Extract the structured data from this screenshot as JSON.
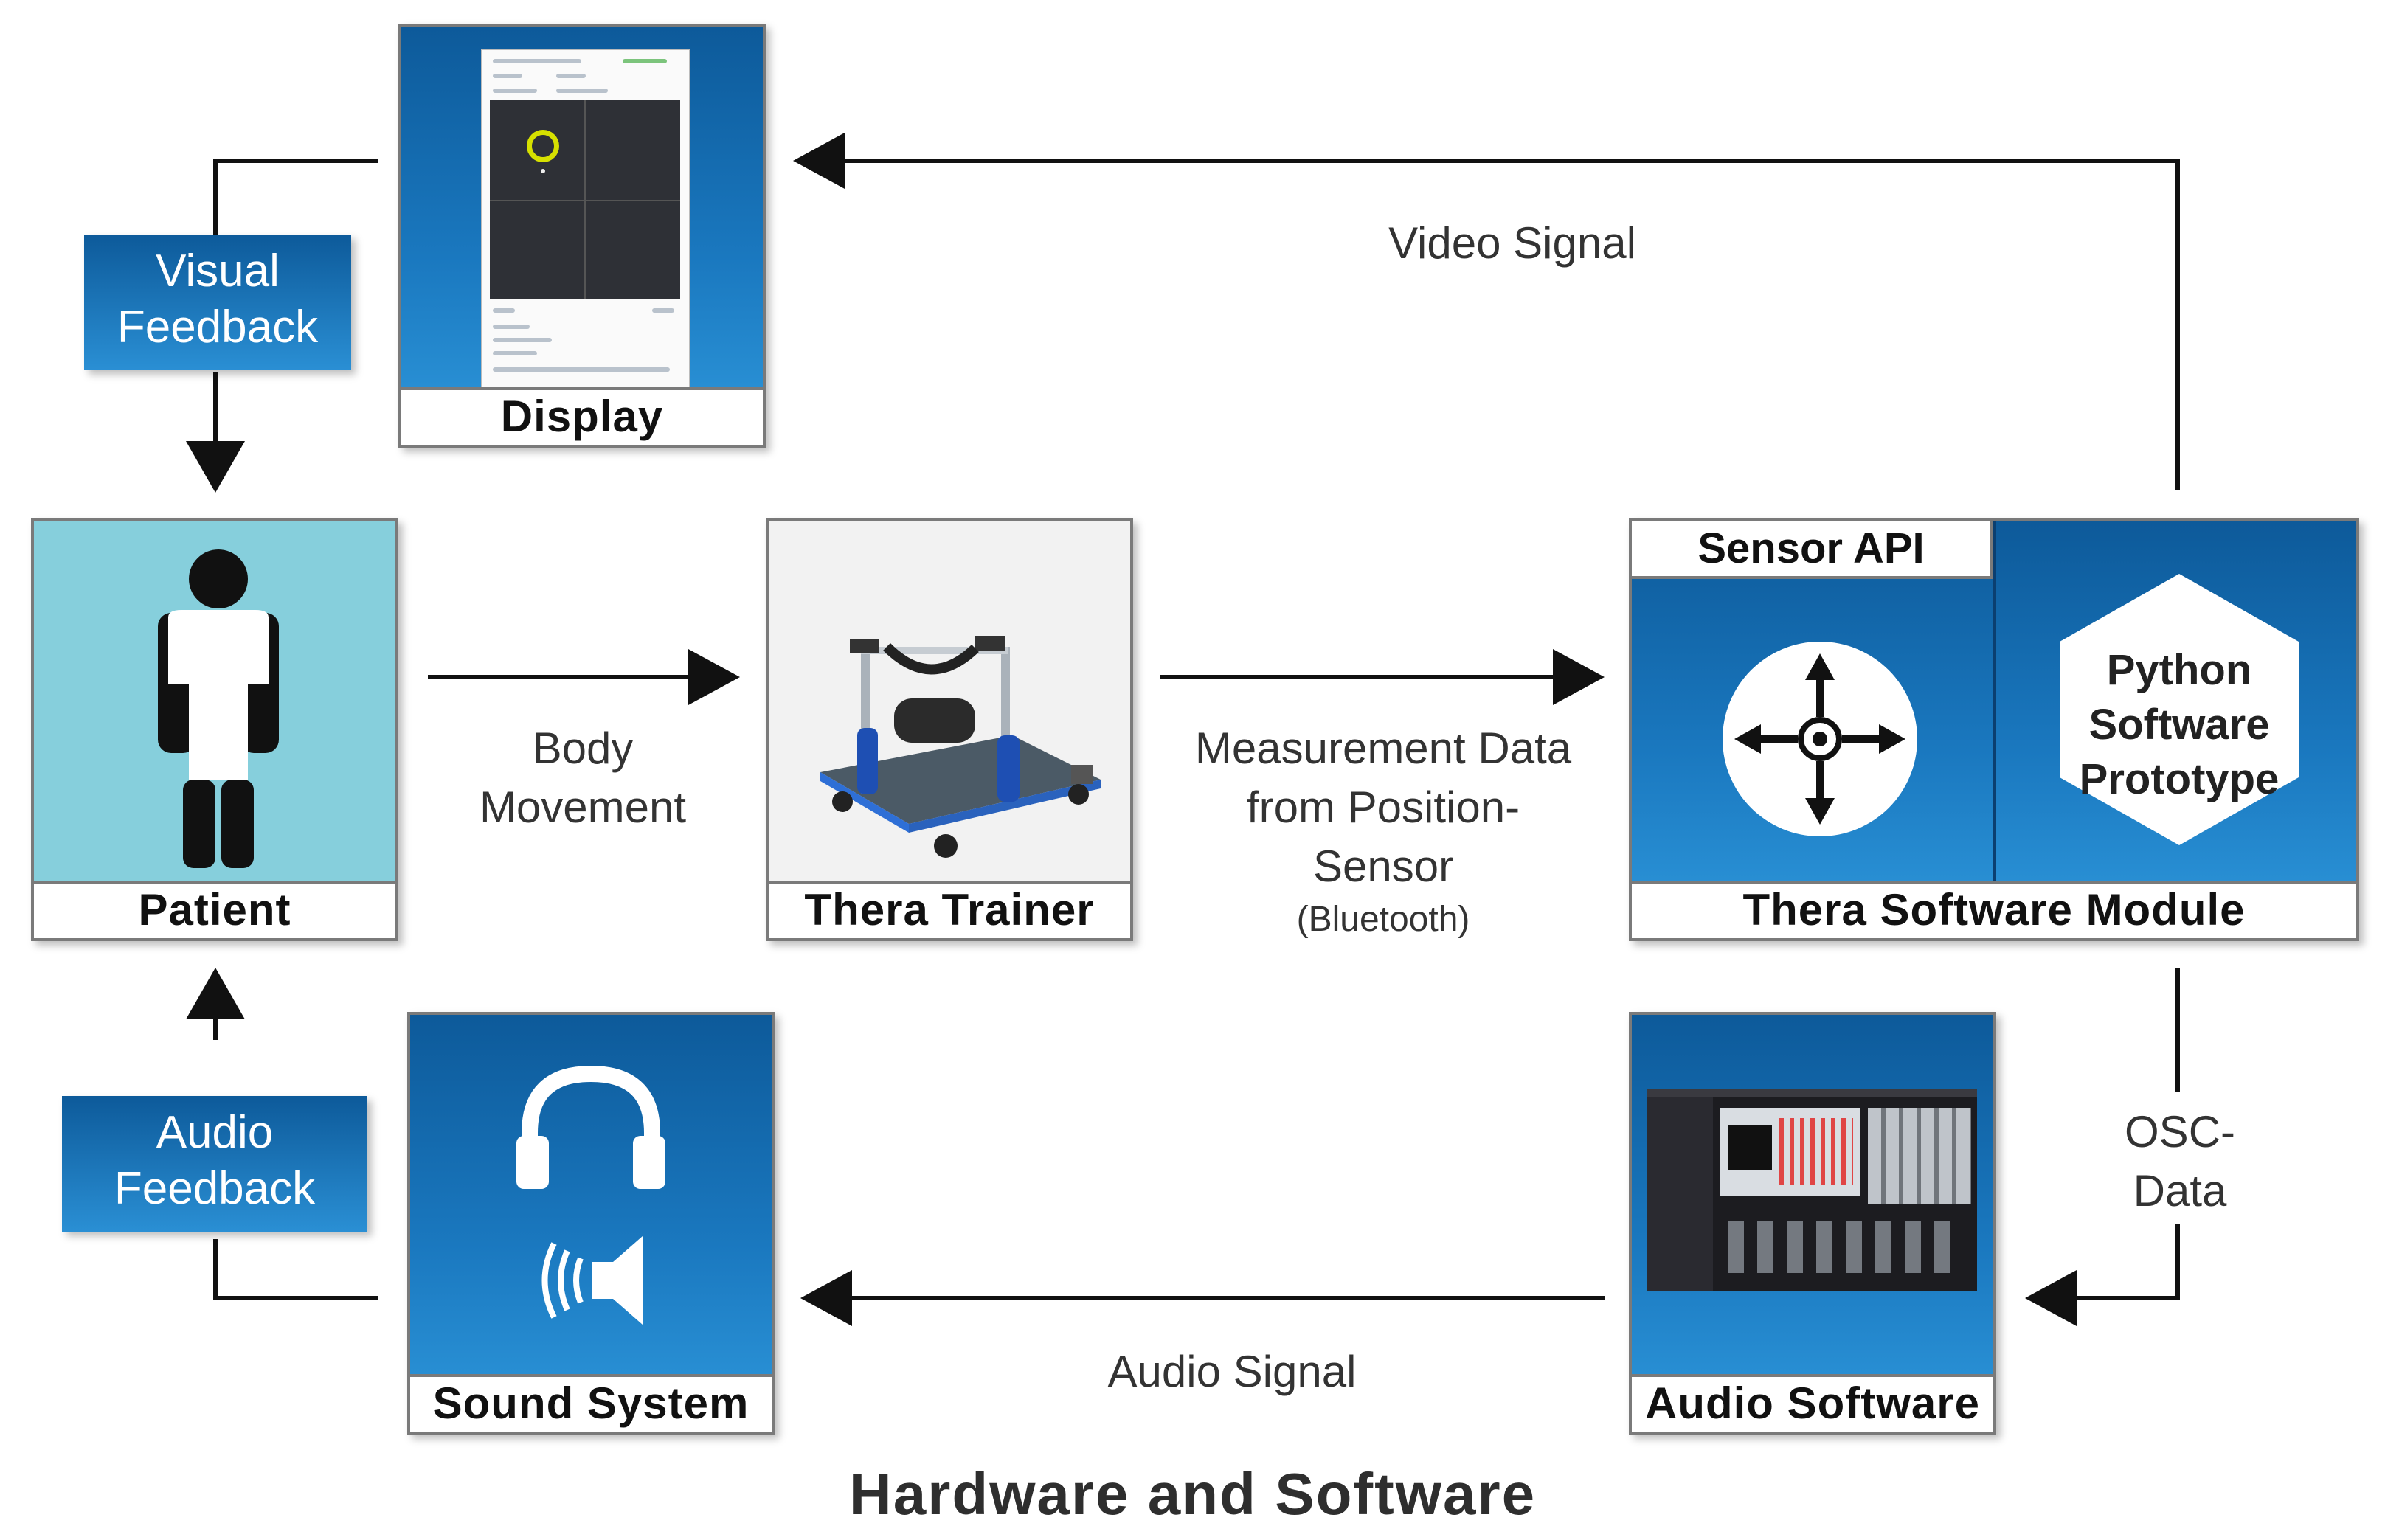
{
  "title": "Hardware and Software",
  "nodes": {
    "display": "Display",
    "patient": "Patient",
    "thera_trainer": "Thera Trainer",
    "sensor_api": "Sensor API",
    "python_prototype": [
      "Python",
      "Software",
      "Prototype"
    ],
    "thera_software_module": "Thera Software Module",
    "sound_system": "Sound System",
    "audio_software": "Audio Software"
  },
  "feedback": {
    "visual": [
      "Visual",
      "Feedback"
    ],
    "audio": [
      "Audio",
      "Feedback"
    ]
  },
  "edges": {
    "video_signal": "Video Signal",
    "body_movement": [
      "Body",
      "Movement"
    ],
    "measurement": [
      "Measurement Data",
      "from Position-",
      "Sensor"
    ],
    "bluetooth": "(Bluetooth)",
    "osc": [
      "OSC-",
      "Data"
    ],
    "audio_signal": "Audio Signal"
  },
  "colors": {
    "blue_dark": "#0d5a9a",
    "blue_light": "#2e98dc",
    "patient_bg": "#86cfdc",
    "arrow": "#111111"
  }
}
